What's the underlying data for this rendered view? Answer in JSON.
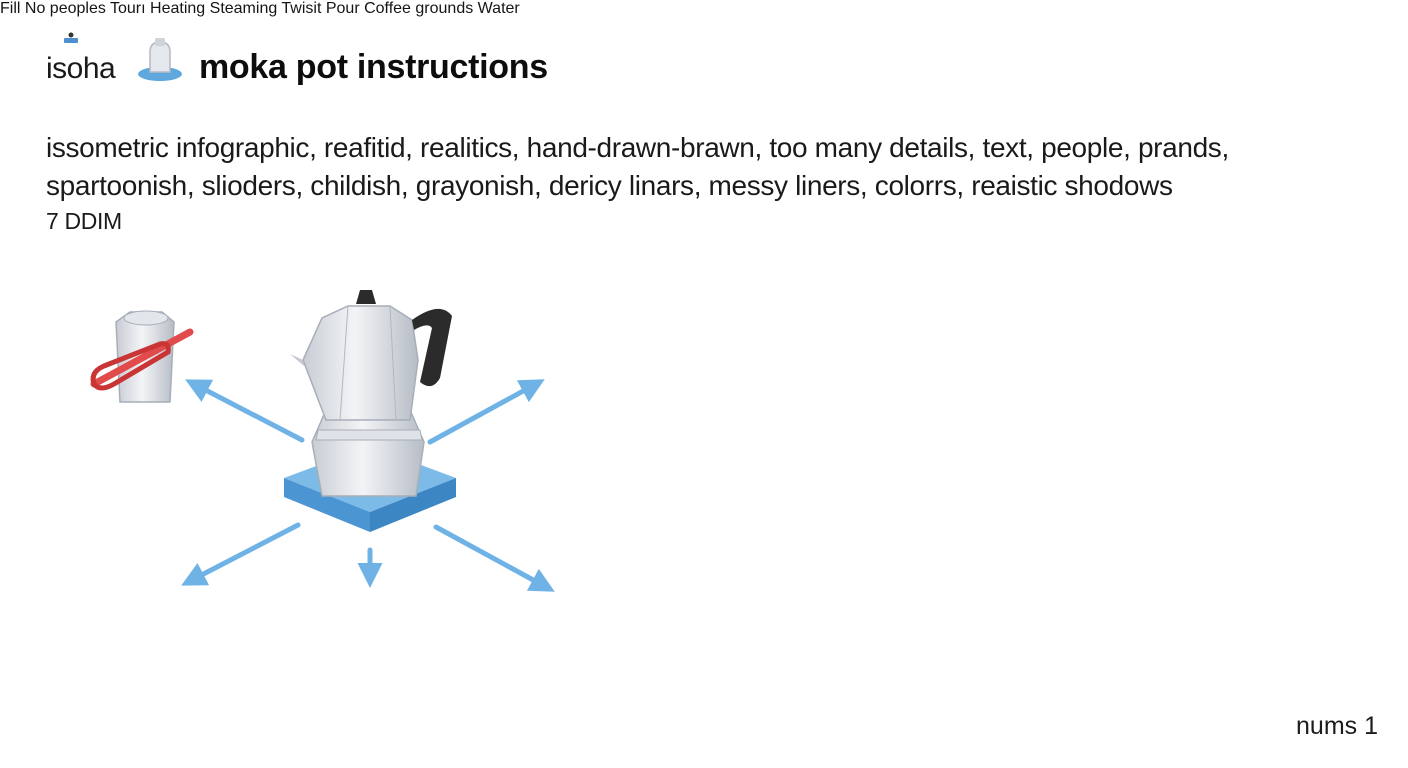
{
  "header": {
    "logo_text": "isoha",
    "title": "moka pot instructions"
  },
  "description": {
    "line_1": "issometric infographic,  reafitid,  realitics, hand-drawn-brawn, too many details, text,  people, prands,",
    "line_2": "spartoonish,  slioders, childish,  grayonish,  dericy linars,  messy  liners, colorrs, reaistic shodows",
    "line_3": "7 DDIM"
  },
  "left_diagram": {
    "labels": {
      "fill": "Fill",
      "no_peoples": "No peoples",
      "tour": "Tourı",
      "heating": "Heating",
      "steaming": "Steaming"
    }
  },
  "right_diagram": {
    "labels": {
      "twist": "Twisit",
      "pour": "Pour",
      "coffee_grounds": "Coffee grounds",
      "water": "Water"
    }
  },
  "footer": {
    "note": "nums 1"
  },
  "colors": {
    "arrow": "#6fb3e6",
    "base_blue": "#5fa8de",
    "metal_light": "#eef0f3",
    "metal_mid": "#d3d7dd",
    "metal_dark": "#b4bac3",
    "handle": "#2b2b2b",
    "red": "#e14b4b",
    "coffee": "#5a3220"
  }
}
